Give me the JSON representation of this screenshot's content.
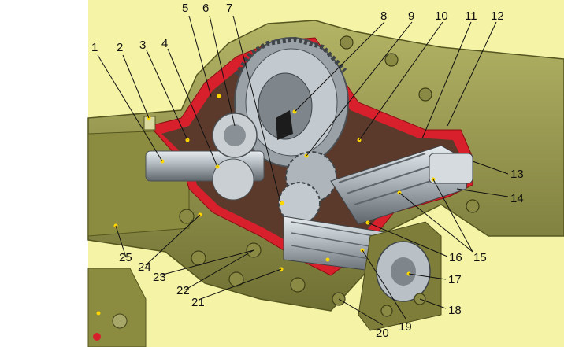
{
  "callouts": [
    {
      "id": "c1",
      "text": "1"
    },
    {
      "id": "c2",
      "text": "2"
    },
    {
      "id": "c3",
      "text": "3"
    },
    {
      "id": "c4",
      "text": "4"
    },
    {
      "id": "c5",
      "text": "5"
    },
    {
      "id": "c6",
      "text": "6"
    },
    {
      "id": "c7",
      "text": "7"
    },
    {
      "id": "c8",
      "text": "8"
    },
    {
      "id": "c9",
      "text": "9"
    },
    {
      "id": "c10",
      "text": "10"
    },
    {
      "id": "c11",
      "text": "11"
    },
    {
      "id": "c12",
      "text": "12"
    },
    {
      "id": "c13",
      "text": "13"
    },
    {
      "id": "c14",
      "text": "14"
    },
    {
      "id": "c15",
      "text": "15"
    },
    {
      "id": "c16",
      "text": "16"
    },
    {
      "id": "c17",
      "text": "17"
    },
    {
      "id": "c18",
      "text": "18"
    },
    {
      "id": "c19",
      "text": "19"
    },
    {
      "id": "c20",
      "text": "20"
    },
    {
      "id": "c21",
      "text": "21"
    },
    {
      "id": "c22",
      "text": "22"
    },
    {
      "id": "c23",
      "text": "23"
    },
    {
      "id": "c24",
      "text": "24"
    },
    {
      "id": "c25",
      "text": "25"
    }
  ],
  "colors": {
    "housing": "#9a9a48",
    "housing_dark": "#6e6e30",
    "housing_light": "#b8b86a",
    "section_red": "#d8202c",
    "cavity": "#5b3a2c",
    "steel": "#b9c0c6",
    "steel_dark": "#6f767c",
    "background": "#f5f3a6"
  }
}
